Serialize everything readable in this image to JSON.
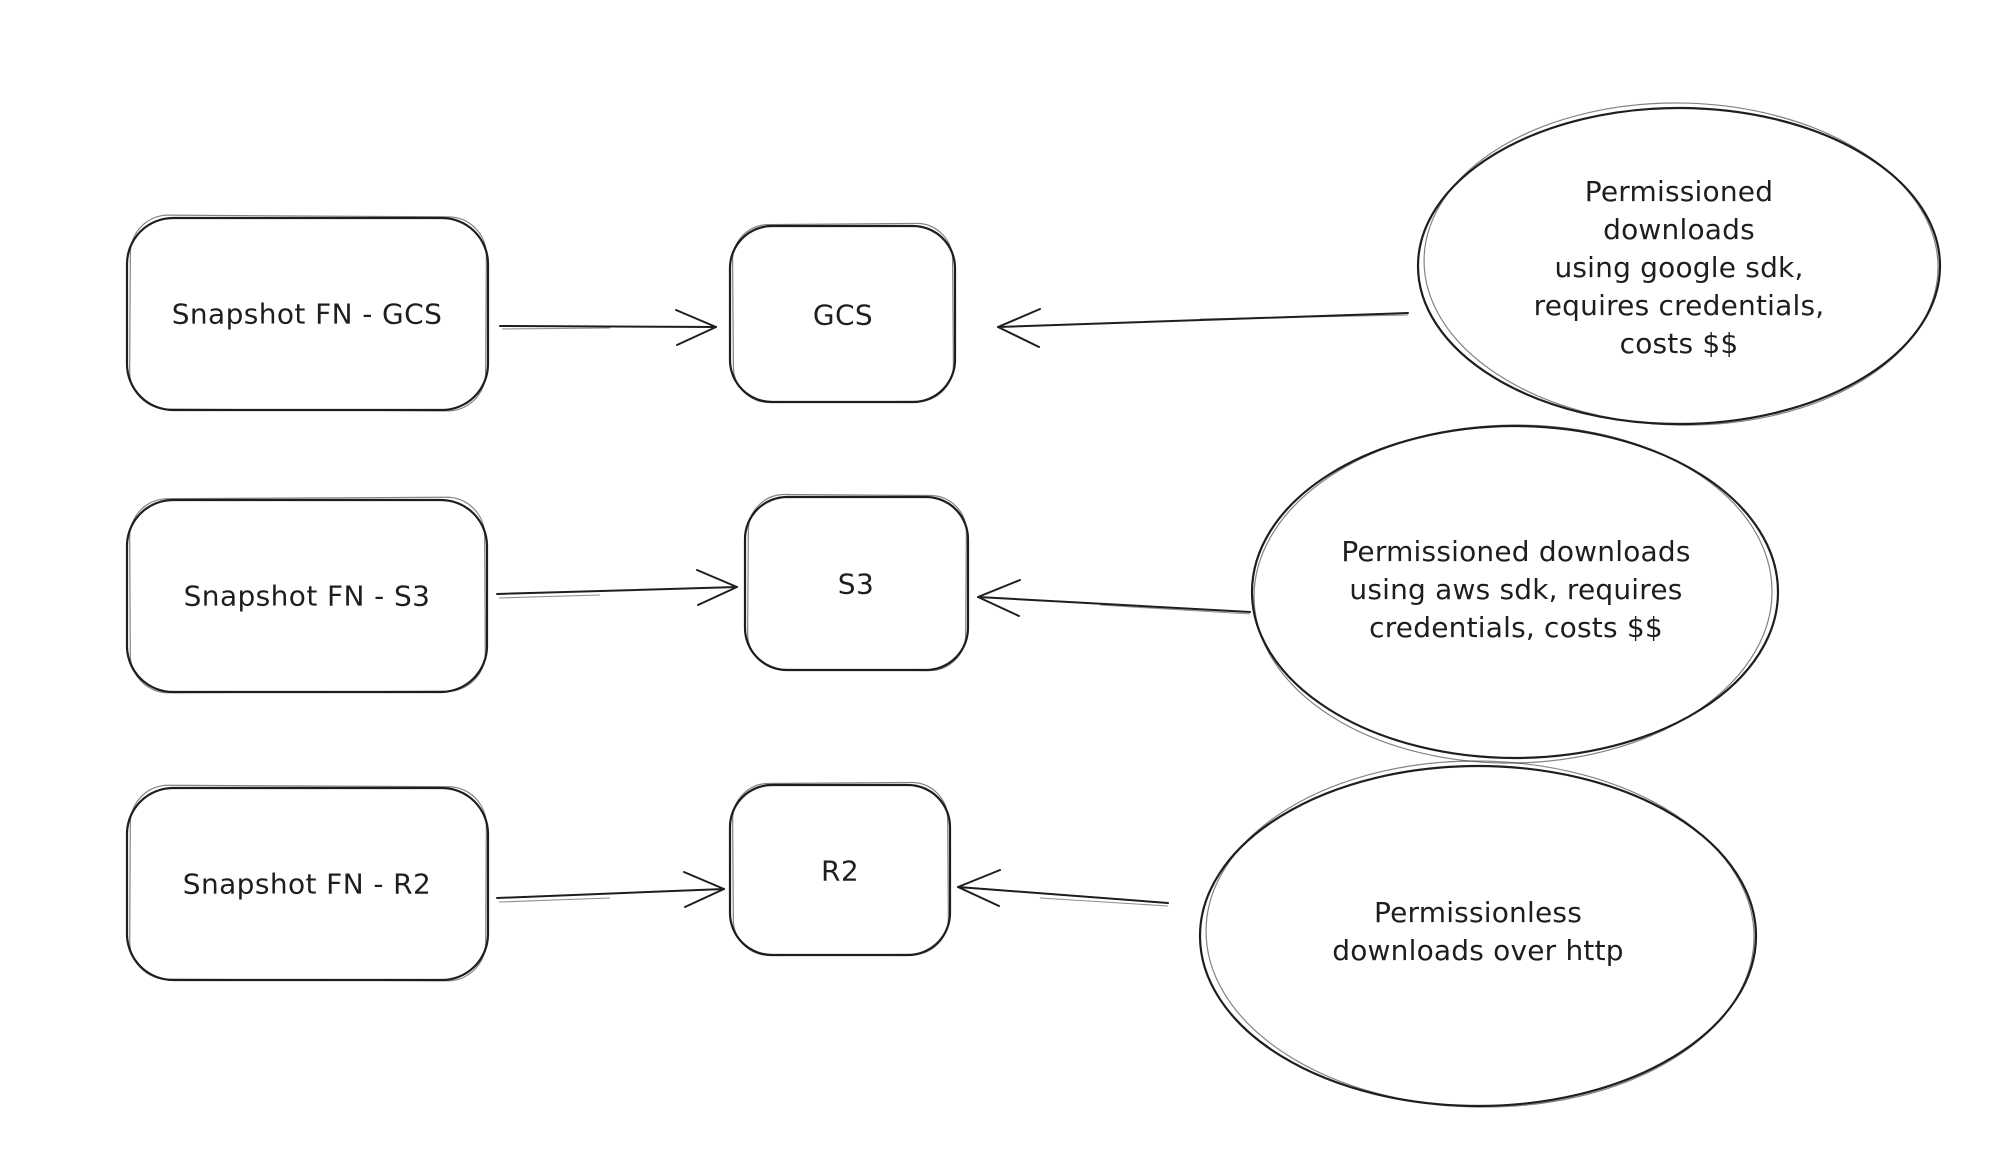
{
  "colors": {
    "background": "#ffffff",
    "stroke": "#1e1e1e"
  },
  "rows": [
    {
      "source_label": "Snapshot FN - GCS",
      "target_label": "GCS",
      "note_text": "Permissioned downloads\nusing google sdk,\nrequires credentials,\ncosts $$"
    },
    {
      "source_label": "Snapshot FN - S3",
      "target_label": "S3",
      "note_text": "Permissioned downloads\nusing aws sdk, requires\ncredentials, costs $$"
    },
    {
      "source_label": "Snapshot FN - R2",
      "target_label": "R2",
      "note_text": "Permissionless\ndownloads over http"
    }
  ]
}
